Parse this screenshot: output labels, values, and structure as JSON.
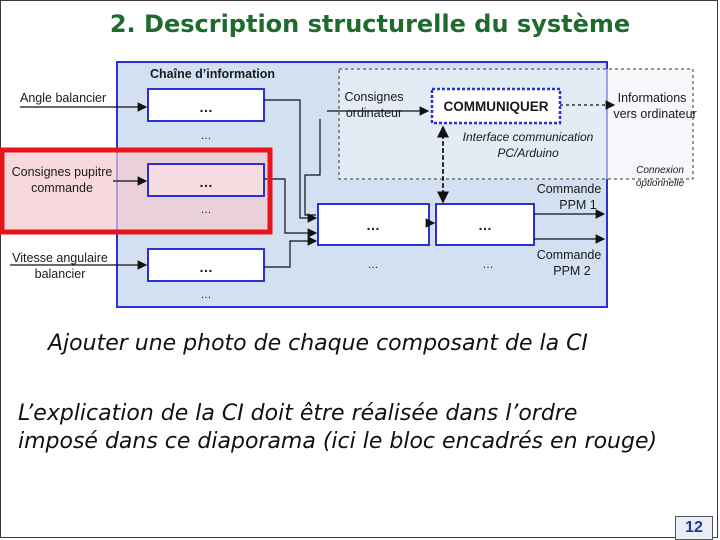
{
  "slide": {
    "title": "2. Description structurelle du système",
    "page_number": "12"
  },
  "diagram": {
    "chain_title": "Chaîne d’information",
    "inputs": {
      "angle": "Angle balancier",
      "consignes_pupitre_1": "Consignes pupitre",
      "consignes_pupitre_2": "commande",
      "vitesse_1": "Vitesse angulaire",
      "vitesse_2": "balancier"
    },
    "block_label": "…",
    "consignes_ordi_1": "Consignes",
    "consignes_ordi_2": "ordinateur",
    "communiquer": "COMMUNIQUER",
    "interface_1": "Interface communication",
    "interface_2": "PC/Arduino",
    "informations_1": "Informations",
    "informations_2": "vers ordinateur",
    "connexion_1": "Connexion",
    "connexion_2": "optionnelle",
    "commande1_1": "Commande",
    "commande1_2": "PPM 1",
    "commande2_1": "Commande",
    "commande2_2": "PPM 2",
    "colors": {
      "chain_fill": "#d3e0f1",
      "chain_border": "#2d2fd6",
      "highlight_border": "#e8141c",
      "highlight_fill": "#f4c9cf"
    }
  },
  "text": {
    "line1": "Ajouter une photo de chaque composant de la CI",
    "line2": "L’explication de la CI doit être réalisée dans l’ordre",
    "line3": "imposé dans ce diaporama (ici le bloc encadrés en rouge)"
  }
}
